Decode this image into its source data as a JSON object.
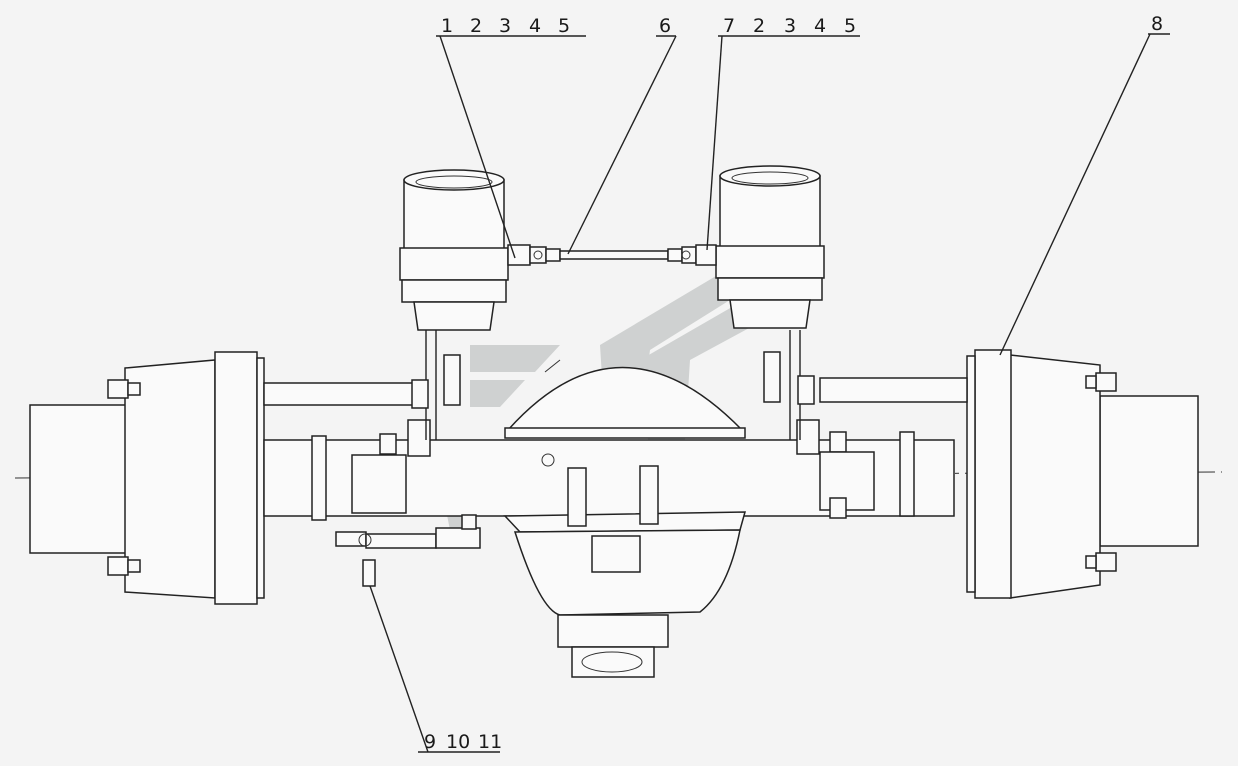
{
  "callouts": {
    "group_a": [
      "1",
      "2",
      "3",
      "4",
      "5"
    ],
    "item_6": "6",
    "group_b": [
      "7",
      "2",
      "3",
      "4",
      "5"
    ],
    "item_8": "8",
    "group_c": [
      "9",
      "10",
      "11"
    ]
  }
}
